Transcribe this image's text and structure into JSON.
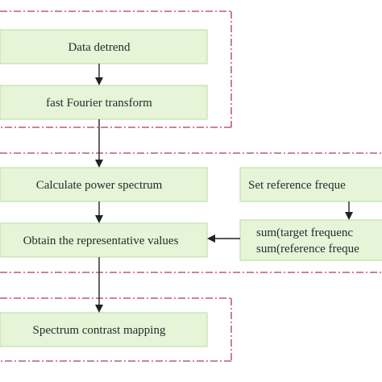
{
  "colors": {
    "box_fill": "#e6f4d8",
    "box_stroke": "#b8dc9e",
    "dash_stroke": "#b23a4e",
    "arrow": "#222222"
  },
  "boxes": {
    "data_detrend": "Data detrend",
    "fft": "fast Fourier transform",
    "power_spectrum": "Calculate power spectrum",
    "representative_values": "Obtain the representative values",
    "reference_frequency": "Set reference freque",
    "sum_target": "sum(target frequenc",
    "sum_reference": "sum(reference freque",
    "contrast_mapping": "Spectrum contrast mapping"
  }
}
